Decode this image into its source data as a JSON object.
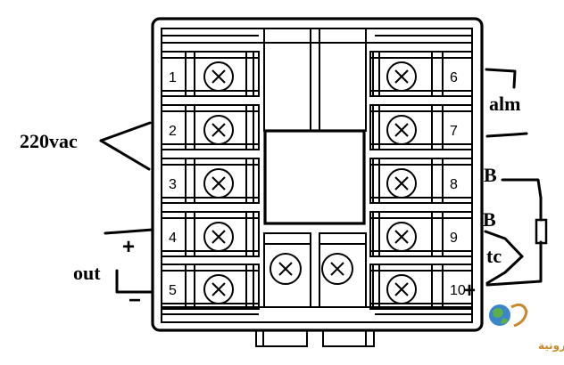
{
  "terminals": {
    "left": [
      "1",
      "2",
      "3",
      "4",
      "5"
    ],
    "right": [
      "6",
      "7",
      "8",
      "9",
      "10"
    ]
  },
  "labels": {
    "supply": "220vac",
    "alarm": "alm",
    "output": "out",
    "thermocouple": "tc",
    "b_upper": "B",
    "b_lower": "B"
  },
  "polarity": {
    "out_positive": "+",
    "out_negative": "−",
    "tc_positive": "+"
  },
  "watermark": {
    "text": "القرية الالكترونية",
    "icon": "globe-logo-icon"
  },
  "colors": {
    "ink": "#000000",
    "watermark_text": "#c9892a",
    "globe": "#3a86c8",
    "globe_land": "#5bb04a"
  }
}
